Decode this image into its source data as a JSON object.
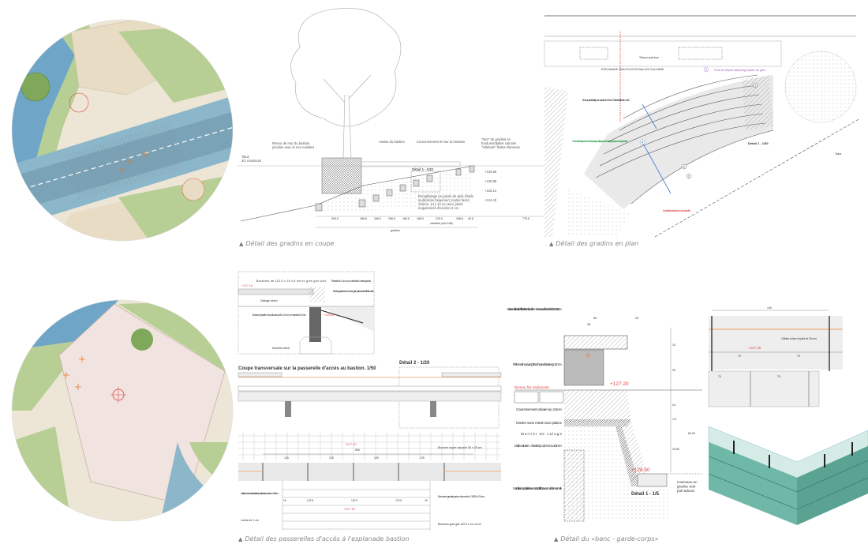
{
  "captions": {
    "section_gradins": "Détail des gradins en coupe",
    "plan_gradins": "Détail des gradins en plan",
    "passerelles": "Détail des passerelles d'accès à l'esplanade bastion",
    "banc": "Détail du «banc - garde-corps»"
  },
  "section": {
    "talus": "Talus\n3/1 maximum",
    "retour": "Retour de mur du bastion, jonction avec le mur existant",
    "assise": "Assise du bastion",
    "couronnement": "Couronnement et mur du bastion",
    "nez": "\"Nez\" de gradins en bordures/dalles calcaire \"Villebois\" finition flammée",
    "detail_label": "Détail 1 - 1/20",
    "remplissage": "Remplissage en pavés de grès d'Inde multicolore beige/vert, toutes faces clivées, 14 x 14 cm avec joints engazonnés d'environ 3 cm",
    "levels": [
      "+126.56",
      "+125.88",
      "+125.14",
      "+124.42"
    ],
    "dims": [
      "304.0",
      "166.6",
      "166.0",
      "166.6",
      "166.6",
      "166.0",
      "215.0",
      "166.6",
      "40.6",
      "775.6"
    ],
    "variable": "variable (min 189)",
    "gradins": "gradins"
  },
  "plan": {
    "esplanade": "ESPLANADE QUAI PLUS EN DALLES CALCAIRE",
    "tetes": "Tétons quai bus",
    "bordure": "Bordure pré-tabletique en calcaire 40 x 15 cm \"Villebois\" finition flammée",
    "zone": "Z1 : zone de transition, pavés enherbés plus espacés, fin progressive du calepinage des pavés de grès, à définir",
    "point": "Point de départ calepinage pavés de grès",
    "implantation": "Implantation selon l'axe du nouvel escalier",
    "detail_label": "Détail 1 - 1/50",
    "talus": "Talus",
    "markers": [
      "1",
      "2",
      "3",
      "4",
      "5"
    ]
  },
  "passerelle": {
    "bordures_top": "Bordures de 122.5 x 14 x 8 cm en grès gris clair",
    "retrait": "Retrait de 2 cm pour détection malvoyants",
    "bordure_L": "Bordure granite en forme de L grise polie/ouverte et finition sciée",
    "dallage": "Dallage béton",
    "bordure_noir": "Bordure granite noir poli adouci 50 x 20 cm, en retrait de 10 cm",
    "semelle": "Semelle béton",
    "level_a": "+127.18",
    "level_b": "+126.60",
    "coupe_title": "Coupe transversale sur la passerelle d'accès au bastion. 1/50",
    "detail2": "Détail 2 - 1/20",
    "level_top": "+127.20",
    "total": "500",
    "spans": [
      "125",
      "125",
      "125",
      "125"
    ],
    "bordure_noyee": "Bordure noyée calcaire 50 x 25 cm.",
    "assise": "Assise banc en dalle calcaire en porte à faux maximum 50 cm",
    "joints": "Joints de 1 cm",
    "granite_L": "Bordures granite gris en forme de L 30/15 x 24 cm.",
    "gres": "Bordures grès gris 122.5 x 14 x 8 cm",
    "inner": [
      "15",
      "122.5",
      "122.5",
      "122.5",
      "15"
    ],
    "level_c": "+127.18"
  },
  "banc": {
    "assise": "Assise en dalle calcaire \"Villebois\" toutes faces flammées avec arête chanfreinée 50x15 cm",
    "pietement": "Piètement inox avec platines haute et basse ép. 12 mm",
    "niveau": "Niveau fini esplanade",
    "level_top": "+127.20",
    "couronnement": "Couronnement calcaire ép. 24mm",
    "mortier_retrait": "Mortier sans retrait sous platine",
    "mortier_calage": "Mortier de calage",
    "dalle": "Dalle calcaire = 75x45 ép. 12mm ou 15mm",
    "mur": "Mur réalisé en paroi berlinoise au contact de l'arbre avec mur béton + semelle",
    "level_bottom": "+126.50",
    "caniveau": "Caniveau en granite scié poli-adouci",
    "detail_label": "Détail 1 - 1/5",
    "dims": [
      "50",
      "20",
      "35"
    ],
    "vdims": [
      "15",
      "30",
      "24",
      "1.5",
      "43.59",
      "69.09"
    ]
  },
  "elevation": {
    "width": "149",
    "level": "+127.20",
    "cables": "Câbles à l'axe du joint de 15 mm",
    "dims": [
      "75",
      "75",
      "75",
      "75"
    ]
  },
  "colors": {
    "red": "#e34444",
    "green": "#2e9a52",
    "blue": "#3a7fd0",
    "purple": "#a05ab8",
    "orange": "#f0a060",
    "teal": "#6fb8a8"
  }
}
